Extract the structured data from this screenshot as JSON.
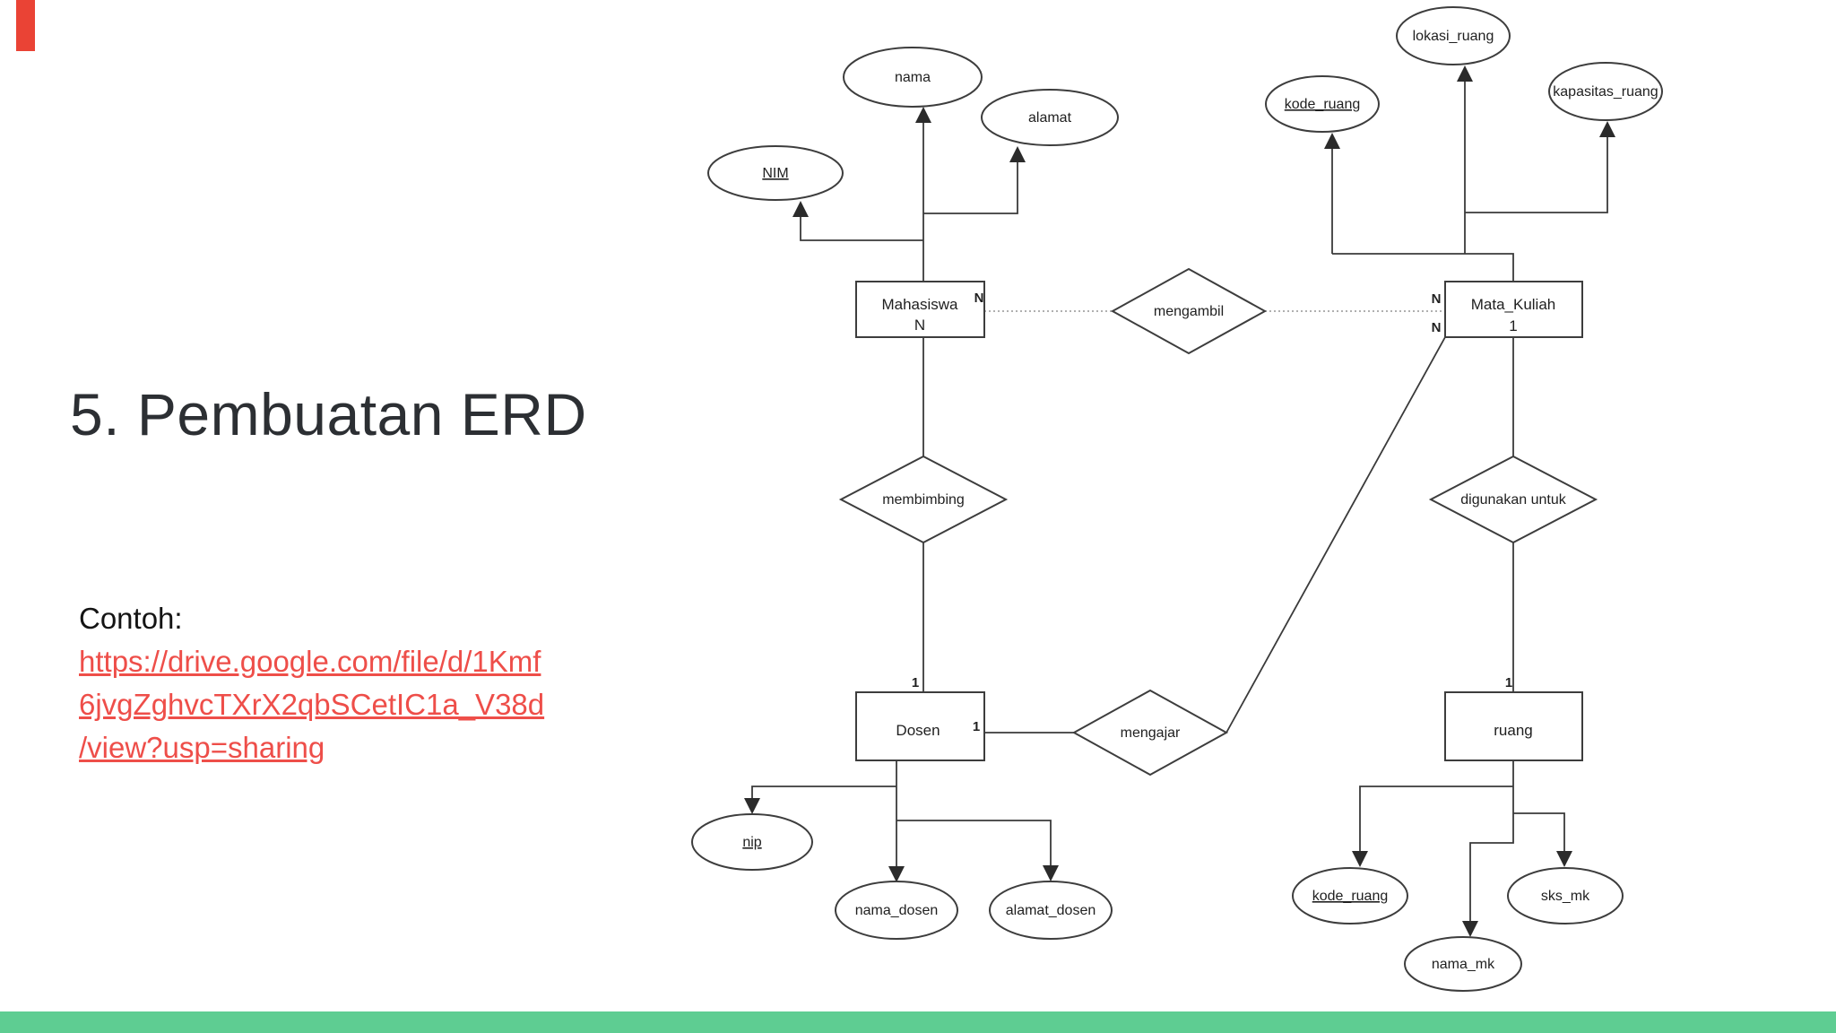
{
  "slide": {
    "title": "5. Pembuatan ERD",
    "contoh_label": "Contoh:",
    "link_lines": [
      "https://drive.google.com/file/d/1Kmf",
      "6jvgZghvcTXrX2qbSCetIC1a_V38d",
      "/view?usp=sharing"
    ],
    "accent_red": "#ea4335",
    "footer_green": "#5ecd92",
    "link_color": "#ee4e49"
  },
  "diagram": {
    "entities": [
      {
        "label": "Mahasiswa",
        "cardinality_below": "N"
      },
      {
        "label": "Mata_Kuliah",
        "cardinality_below": "1"
      },
      {
        "label": "Dosen"
      },
      {
        "label": "ruang"
      }
    ],
    "relationships": [
      {
        "label": "mengambil"
      },
      {
        "label": "membimbing"
      },
      {
        "label": "digunakan untuk"
      },
      {
        "label": "mengajar"
      }
    ],
    "attributes": [
      {
        "label": "nama"
      },
      {
        "label": "alamat"
      },
      {
        "label": "NIM"
      },
      {
        "label": "kode_ruang"
      },
      {
        "label": "lokasi_ruang"
      },
      {
        "label": "kapasitas_ruang"
      },
      {
        "label": "nip"
      },
      {
        "label": "nama_dosen"
      },
      {
        "label": "alamat_dosen"
      },
      {
        "label": "kode_ruang"
      },
      {
        "label": "nama_mk"
      },
      {
        "label": "sks_mk"
      }
    ],
    "cardinalities": [
      {
        "label": "N"
      },
      {
        "label": "N"
      },
      {
        "label": "N"
      },
      {
        "label": "1"
      },
      {
        "label": "1"
      },
      {
        "label": "1"
      }
    ]
  }
}
